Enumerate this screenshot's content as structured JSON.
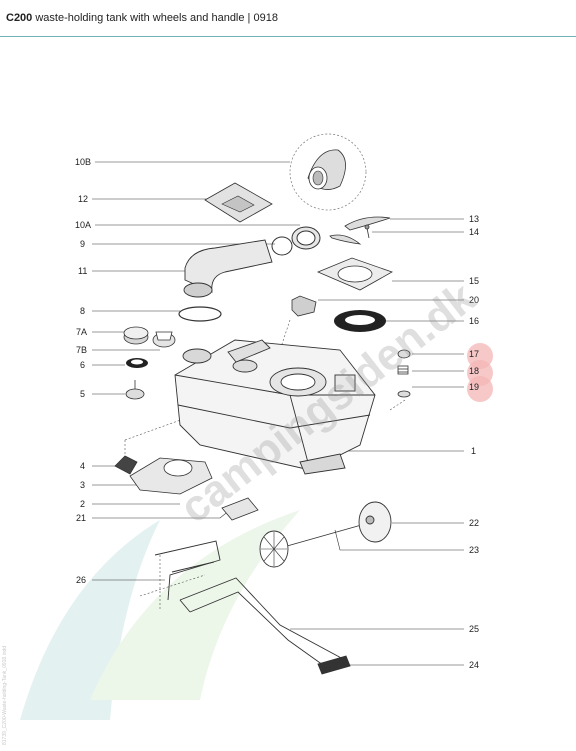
{
  "header": {
    "model": "C200",
    "title": "waste-holding tank with wheels and handle | 0918"
  },
  "watermark": {
    "text": "campingsiden.dk"
  },
  "side_note": "81739_C200-Waste-holding-Tank_0918.indd",
  "parts": {
    "p10B": "10B",
    "p12": "12",
    "p10A": "10A",
    "p9": "9",
    "p11": "11",
    "p8": "8",
    "p7A": "7A",
    "p7B": "7B",
    "p6": "6",
    "p5": "5",
    "p4": "4",
    "p3": "3",
    "p2": "2",
    "p21": "21",
    "p26": "26",
    "p13": "13",
    "p14": "14",
    "p15": "15",
    "p20": "20",
    "p16": "16",
    "p17": "17",
    "p18": "18",
    "p19": "19",
    "p1": "1",
    "p22": "22",
    "p23": "23",
    "p25": "25",
    "p24": "24"
  },
  "colors": {
    "accent": "#6fb3b8",
    "highlight": "#f4b6b6",
    "watermark": "#8f8f8f"
  }
}
